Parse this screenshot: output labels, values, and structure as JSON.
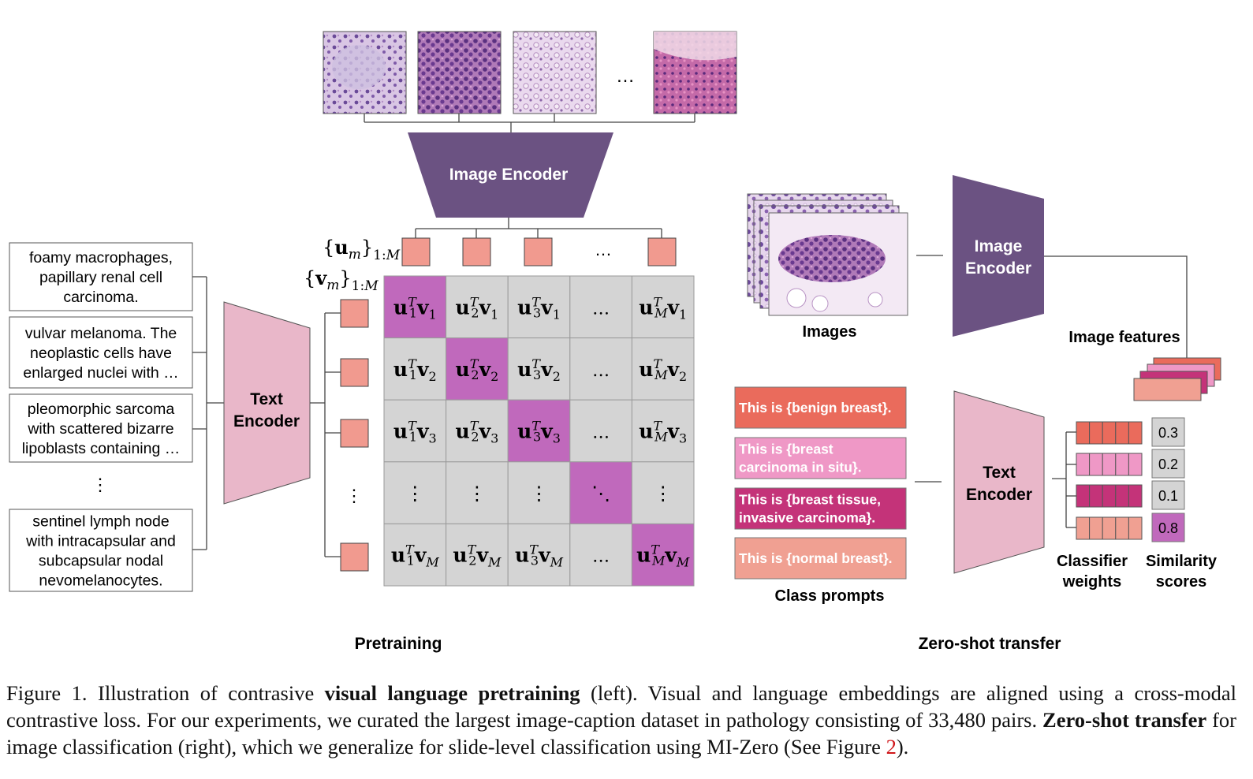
{
  "pretraining": {
    "section_label": "Pretraining",
    "image_encoder_label": "Image Encoder",
    "text_encoder_line1": "Text",
    "text_encoder_line2": "Encoder",
    "tile_ellipsis": "…",
    "u_set_label": "{u_m}_1:M",
    "v_set_label": "{v_m}_1:M",
    "captions": [
      [
        "foamy macrophages,",
        "papillary renal cell",
        "carcinoma."
      ],
      [
        "vulvar melanoma. The",
        "neoplastic cells have",
        "enlarged nuclei with …"
      ],
      [
        "pleomorphic sarcoma",
        "with scattered bizarre",
        "lipoblasts containing …"
      ],
      [
        "sentinel lymph node",
        "with intracapsular and",
        "subcapsular nodal",
        "nevomelanocytes."
      ]
    ],
    "caption_vellipsis": "⋮",
    "matrix": {
      "col_u": [
        "1",
        "2",
        "3",
        "…",
        "M"
      ],
      "row_v": [
        "1",
        "2",
        "3",
        "⋮",
        "M"
      ],
      "diag_color": "#c069bc",
      "cell_color": "#d4d4d4"
    },
    "square_color": "#f19a8f"
  },
  "zero_shot": {
    "section_label": "Zero-shot transfer",
    "images_label": "Images",
    "image_encoder_line1": "Image",
    "image_encoder_line2": "Encoder",
    "image_features_label": "Image features",
    "text_encoder_line1": "Text",
    "text_encoder_line2": "Encoder",
    "class_prompts_label": "Class prompts",
    "prompts": [
      {
        "lines": [
          "This is {benign breast}."
        ],
        "color": "#ea6b5c"
      },
      {
        "lines": [
          "This is {breast",
          "carcinoma in situ}."
        ],
        "color": "#ef98c6"
      },
      {
        "lines": [
          "This is {breast tissue,",
          "invasive carcinoma}."
        ],
        "color": "#c43379"
      },
      {
        "lines": [
          "This is {normal breast}."
        ],
        "color": "#f0a092"
      }
    ],
    "classifier_weights_label": [
      "Classifier",
      "weights"
    ],
    "similarity_scores_label": [
      "Similarity",
      "scores"
    ],
    "scores": [
      "0.3",
      "0.2",
      "0.1",
      "0.8"
    ],
    "highlight_color": "#c069bc"
  },
  "colors": {
    "image_encoder": "#6b5282",
    "text_encoder": "#e9b7c9",
    "line": "#444444"
  },
  "caption": {
    "fig": "Figure 1. Illustration of contrasive ",
    "b1": "visual language pretraining",
    "t2": " (left).  Visual and language embeddings are aligned using a cross-modal contrastive loss.  For our experiments, we curated the largest image-caption dataset in pathology consisting of 33,480 pairs. ",
    "b2": "Zero-shot transfer",
    "t3": " for image classification (right), which we generalize for slide-level classification using MI-Zero (See Figure ",
    "ref": "2",
    "t4": ")."
  }
}
